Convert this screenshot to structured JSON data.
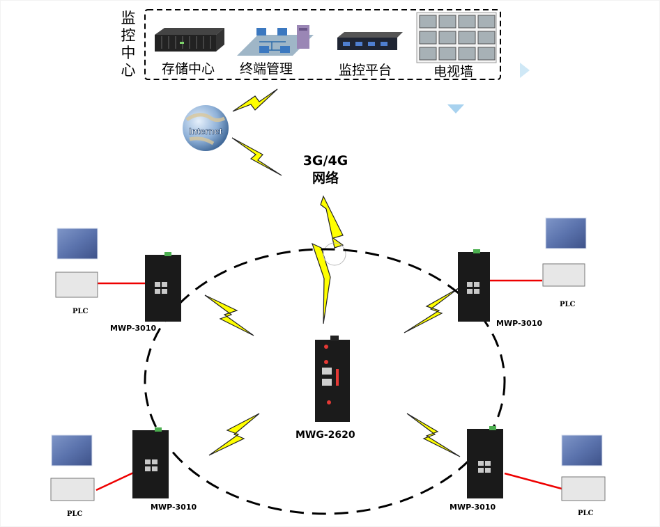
{
  "monitor_center": {
    "title": "监控中心",
    "items": {
      "storage": "存储中心",
      "terminal": "终端管理",
      "platform": "监控平台",
      "tv_wall": "电视墙"
    }
  },
  "internet": {
    "label": "Internet"
  },
  "network": {
    "line1": "3G/4G",
    "line2": "网络"
  },
  "central_gateway": {
    "label": "MWG-2620"
  },
  "nodes": {
    "top_left": {
      "device": "MWP-3010",
      "plc": "PLC"
    },
    "top_right": {
      "device": "MWP-3010",
      "plc": "PLC"
    },
    "bottom_left": {
      "device": "MWP-3010",
      "plc": "PLC"
    },
    "bottom_right": {
      "device": "MWP-3010",
      "plc": "PLC"
    }
  },
  "colors": {
    "wireless": "#ffff00",
    "link": "#ff0000",
    "dashed": "#000000",
    "accent": "#9ecde8"
  },
  "icons": [
    "storage-server-icon",
    "network-topology-icon",
    "monitor-platform-icon",
    "tv-wall-icon",
    "internet-globe-icon",
    "lightning-icon",
    "solar-panel-icon",
    "plc-rack-icon",
    "router-icon"
  ]
}
